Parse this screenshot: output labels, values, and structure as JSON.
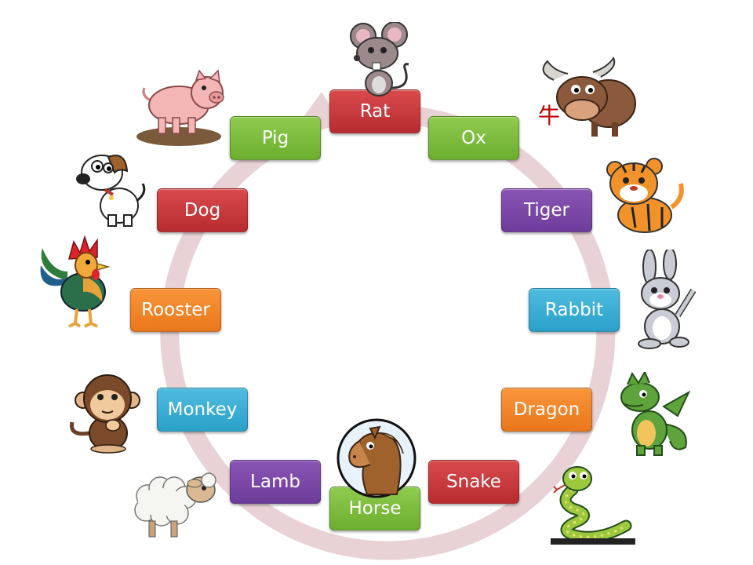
{
  "animals": {
    "rat": "Rat",
    "ox": "Ox",
    "tiger": "Tiger",
    "rabbit": "Rabbit",
    "dragon": "Dragon",
    "snake": "Snake",
    "horse": "Horse",
    "lamb": "Lamb",
    "monkey": "Monkey",
    "rooster": "Rooster",
    "dog": "Dog",
    "pig": "Pig"
  },
  "ox_character": "牛",
  "colors": {
    "red": "#c83a3d",
    "green": "#7cbd3e",
    "purple": "#7b47a8",
    "blue": "#35aad6",
    "orange": "#f28527",
    "ring_arrow": "#e8d0d3"
  }
}
